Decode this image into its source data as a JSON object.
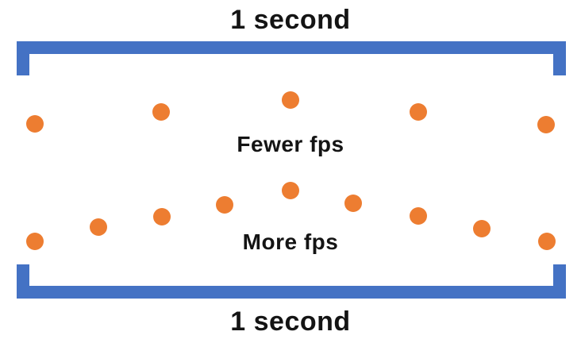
{
  "diagram": {
    "top_label": "1 second",
    "bottom_label": "1 second",
    "rows": [
      {
        "name": "fewer-fps",
        "label": "Fewer fps",
        "dots": [
          [
            44,
            156
          ],
          [
            203,
            141
          ],
          [
            366,
            126
          ],
          [
            527,
            141
          ],
          [
            688,
            157
          ]
        ]
      },
      {
        "name": "more-fps",
        "label": "More fps",
        "dots": [
          [
            44,
            304
          ],
          [
            124,
            286
          ],
          [
            204,
            273
          ],
          [
            283,
            258
          ],
          [
            366,
            240
          ],
          [
            445,
            256
          ],
          [
            527,
            272
          ],
          [
            607,
            288
          ],
          [
            689,
            304
          ]
        ]
      }
    ],
    "colors": {
      "bracket_blue": "#4472C4",
      "dot_orange": "#ED7D31",
      "text_color": "#141414"
    }
  }
}
